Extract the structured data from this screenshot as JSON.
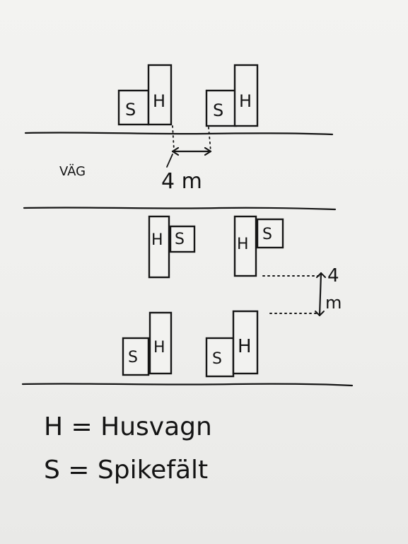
{
  "diagram": {
    "road_label": "VÄG",
    "spacing_horizontal": "4 m",
    "spacing_vertical_top": "4",
    "spacing_vertical_bottom": "m",
    "legend": {
      "h_line": "H = Husvagn",
      "s_line": "S = Spikefält"
    },
    "groups": [
      {
        "h": "H",
        "s": "S"
      },
      {
        "h": "H",
        "s": "S"
      },
      {
        "h": "H",
        "s": "S"
      },
      {
        "h": "H",
        "s": "S"
      },
      {
        "h": "H",
        "s": "S"
      },
      {
        "h": "H",
        "s": "S"
      }
    ]
  }
}
